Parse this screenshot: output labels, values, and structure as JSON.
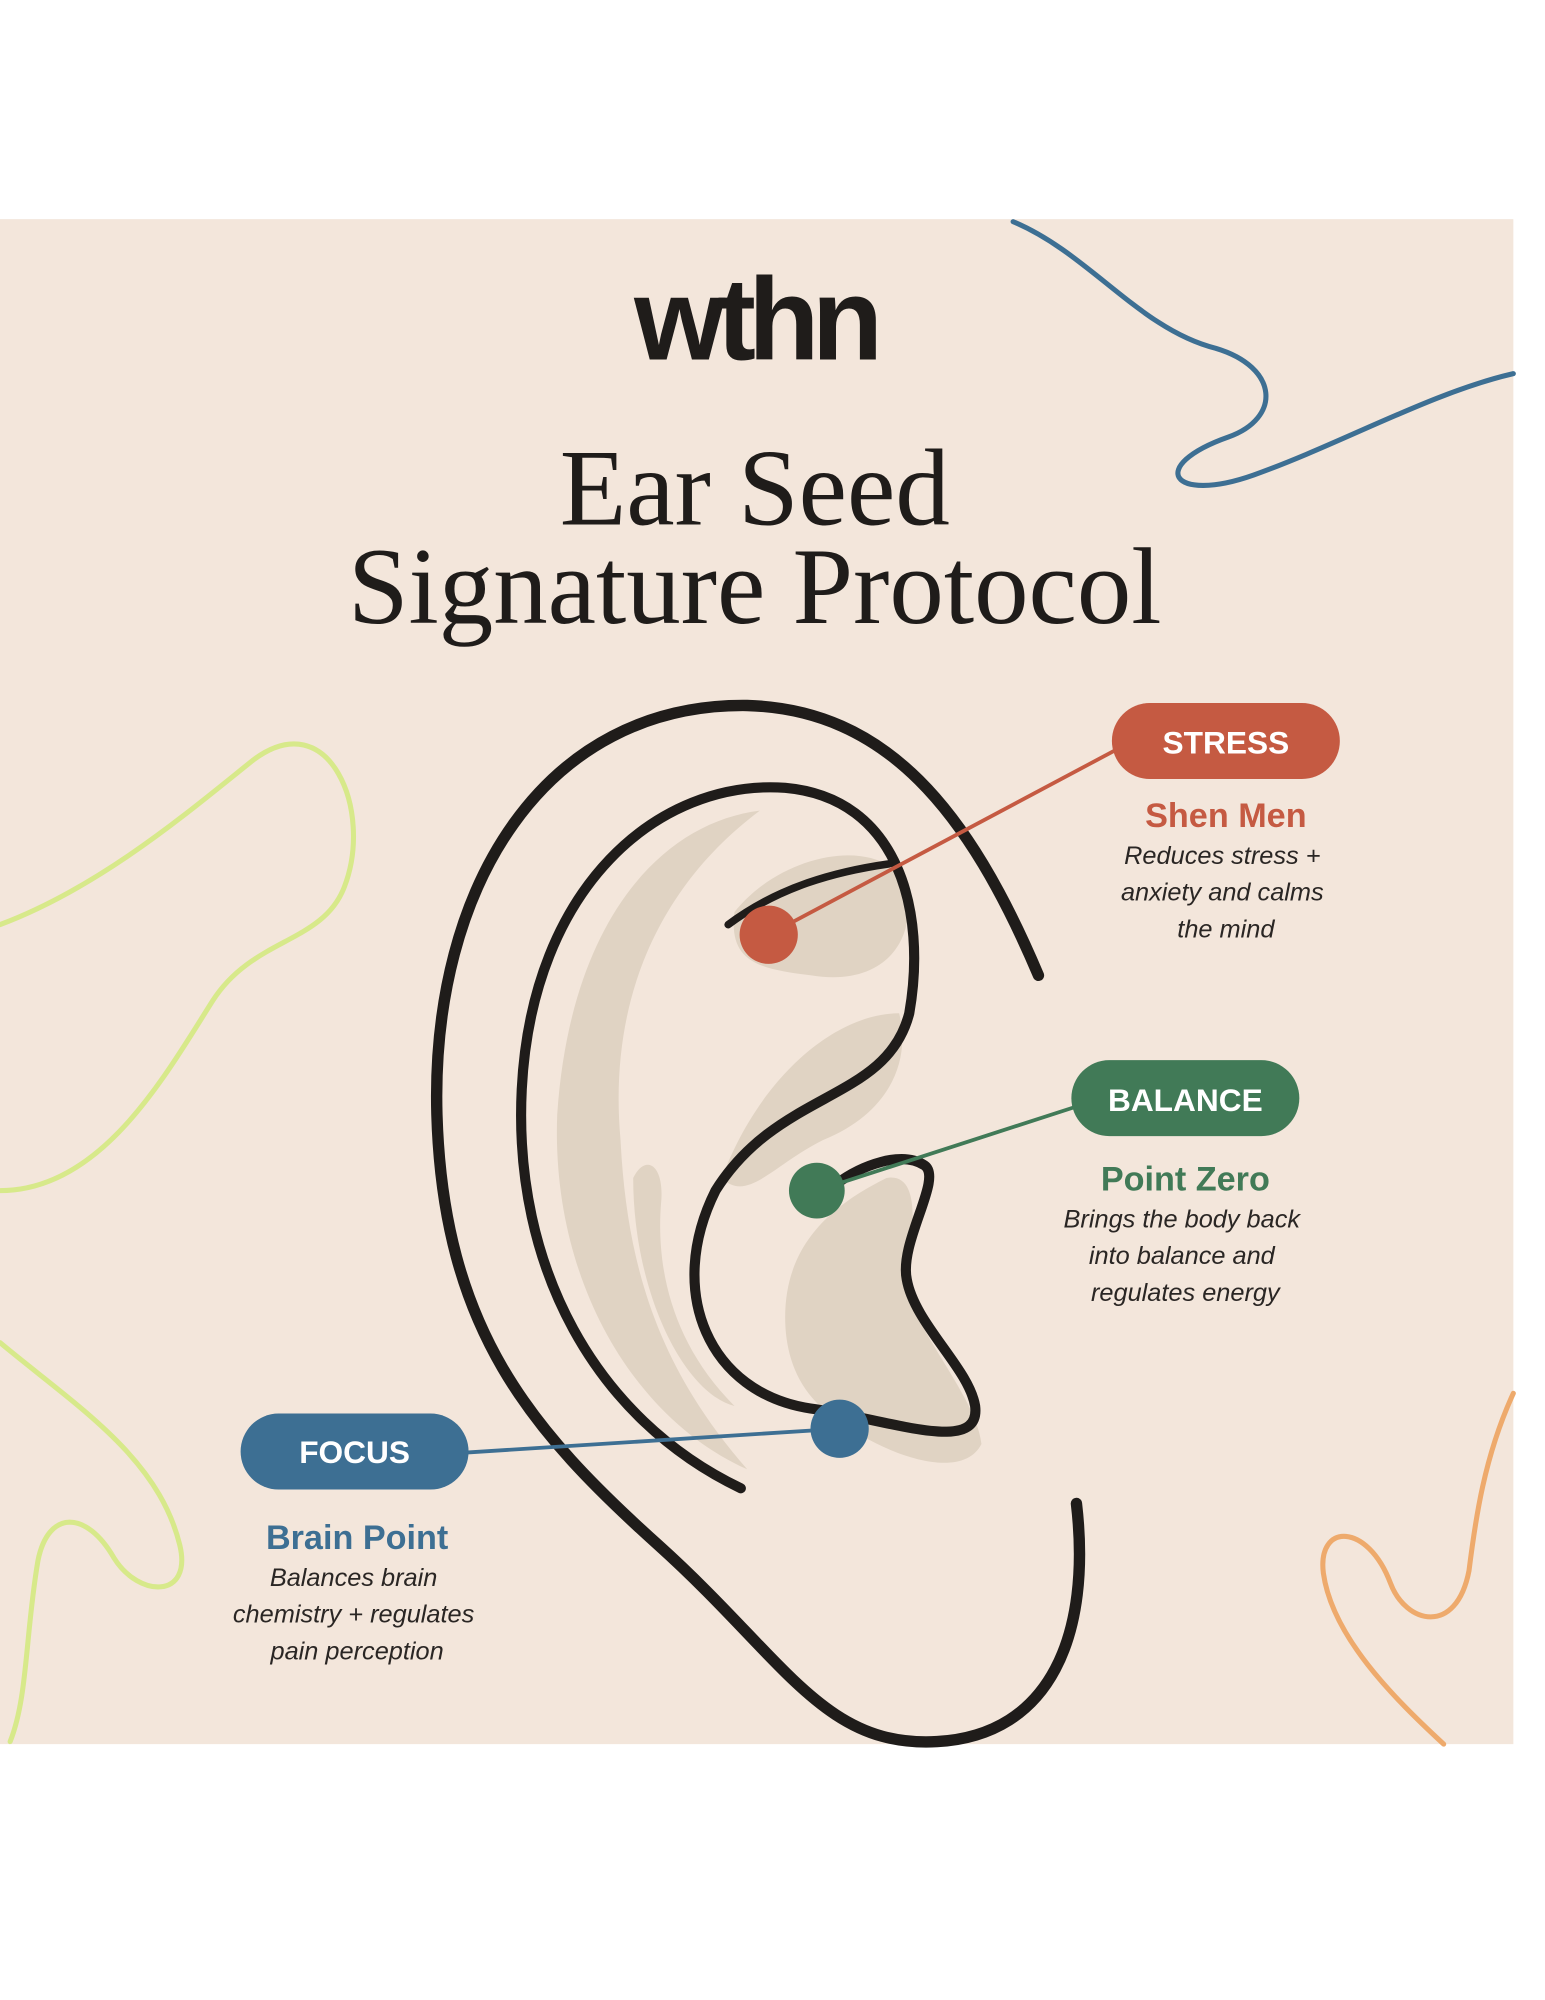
{
  "brand": {
    "logo": "wthn"
  },
  "title": {
    "line1": "Ear Seed",
    "line2": "Signature Protocol"
  },
  "colors": {
    "background": "#f3e6db",
    "stress": "#c55a42",
    "balance": "#417a57",
    "focus": "#3d6f93",
    "ink": "#1f1c1a",
    "shade": "#e0d3c3"
  },
  "points": {
    "stress": {
      "tag": "STRESS",
      "name": "Shen Men",
      "desc": [
        "Reduces stress +",
        "anxiety and calms",
        "the mind"
      ]
    },
    "balance": {
      "tag": "BALANCE",
      "name": "Point Zero",
      "desc": [
        "Brings the body back",
        "into balance and",
        "regulates energy"
      ]
    },
    "focus": {
      "tag": "FOCUS",
      "name": "Brain Point",
      "desc": [
        "Balances brain",
        "chemistry + regulates",
        "pain perception"
      ]
    }
  }
}
